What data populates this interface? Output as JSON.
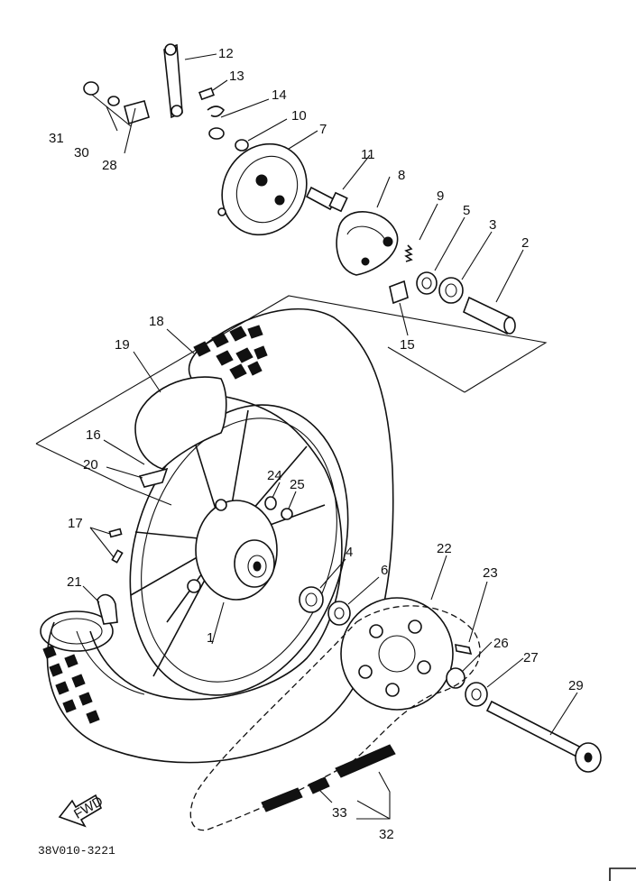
{
  "diagram_code": "38V010-3221",
  "fwd_label": "FWD",
  "callouts": [
    {
      "id": "c1",
      "label": "1"
    },
    {
      "id": "c2",
      "label": "2"
    },
    {
      "id": "c3",
      "label": "3"
    },
    {
      "id": "c4",
      "label": "4"
    },
    {
      "id": "c5",
      "label": "5"
    },
    {
      "id": "c6",
      "label": "6"
    },
    {
      "id": "c7",
      "label": "7"
    },
    {
      "id": "c8",
      "label": "8"
    },
    {
      "id": "c9",
      "label": "9"
    },
    {
      "id": "c10",
      "label": "10"
    },
    {
      "id": "c11",
      "label": "11"
    },
    {
      "id": "c12",
      "label": "12"
    },
    {
      "id": "c13",
      "label": "13"
    },
    {
      "id": "c14",
      "label": "14"
    },
    {
      "id": "c15",
      "label": "15"
    },
    {
      "id": "c16",
      "label": "16"
    },
    {
      "id": "c17",
      "label": "17"
    },
    {
      "id": "c18",
      "label": "18"
    },
    {
      "id": "c19",
      "label": "19"
    },
    {
      "id": "c20",
      "label": "20"
    },
    {
      "id": "c21",
      "label": "21"
    },
    {
      "id": "c22",
      "label": "22"
    },
    {
      "id": "c23",
      "label": "23"
    },
    {
      "id": "c24",
      "label": "24"
    },
    {
      "id": "c25",
      "label": "25"
    },
    {
      "id": "c26",
      "label": "26"
    },
    {
      "id": "c27",
      "label": "27"
    },
    {
      "id": "c28",
      "label": "28"
    },
    {
      "id": "c29",
      "label": "29"
    },
    {
      "id": "c30",
      "label": "30"
    },
    {
      "id": "c31",
      "label": "31"
    },
    {
      "id": "c32",
      "label": "32"
    },
    {
      "id": "c33",
      "label": "33"
    }
  ]
}
